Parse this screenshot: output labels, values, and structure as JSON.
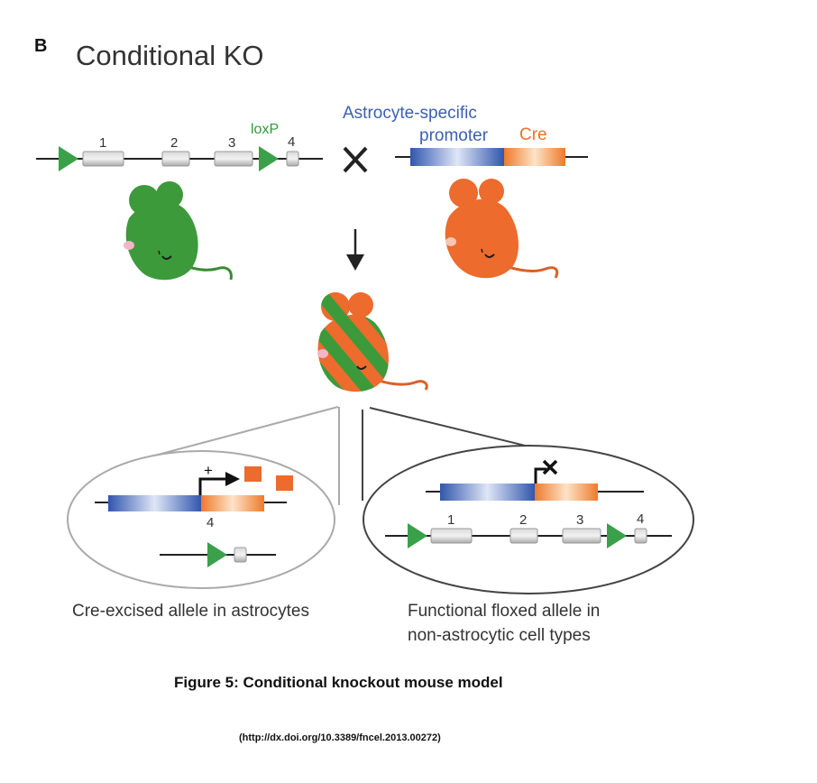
{
  "panel": {
    "letter": "B",
    "title": "Conditional KO"
  },
  "floxed_allele": {
    "loxp_label": "loxP",
    "exons": [
      "1",
      "2",
      "3",
      "4"
    ]
  },
  "cre_transgene": {
    "promoter_label_line1": "Astrocyte-specific",
    "promoter_label_line2": "promoter",
    "cre_label": "Cre"
  },
  "excised_allele": {
    "exon_label": "4",
    "activation_symbol": "+"
  },
  "functional_allele": {
    "exons": [
      "1",
      "2",
      "3",
      "4"
    ]
  },
  "captions": {
    "left": "Cre-excised allele in astrocytes",
    "right_line1": "Functional floxed allele in",
    "right_line2": "non-astrocytic cell types"
  },
  "figure_caption": "Figure 5: Conditional knockout mouse model",
  "doi": "(http://dx.doi.org/10.3389/fncel.2013.00272)",
  "colors": {
    "green": "#3c9a3a",
    "orange": "#ec6b2d",
    "blue": "#3358b0",
    "exon_gray": "#bdbdbd",
    "loxp_green": "#3aa14a"
  }
}
